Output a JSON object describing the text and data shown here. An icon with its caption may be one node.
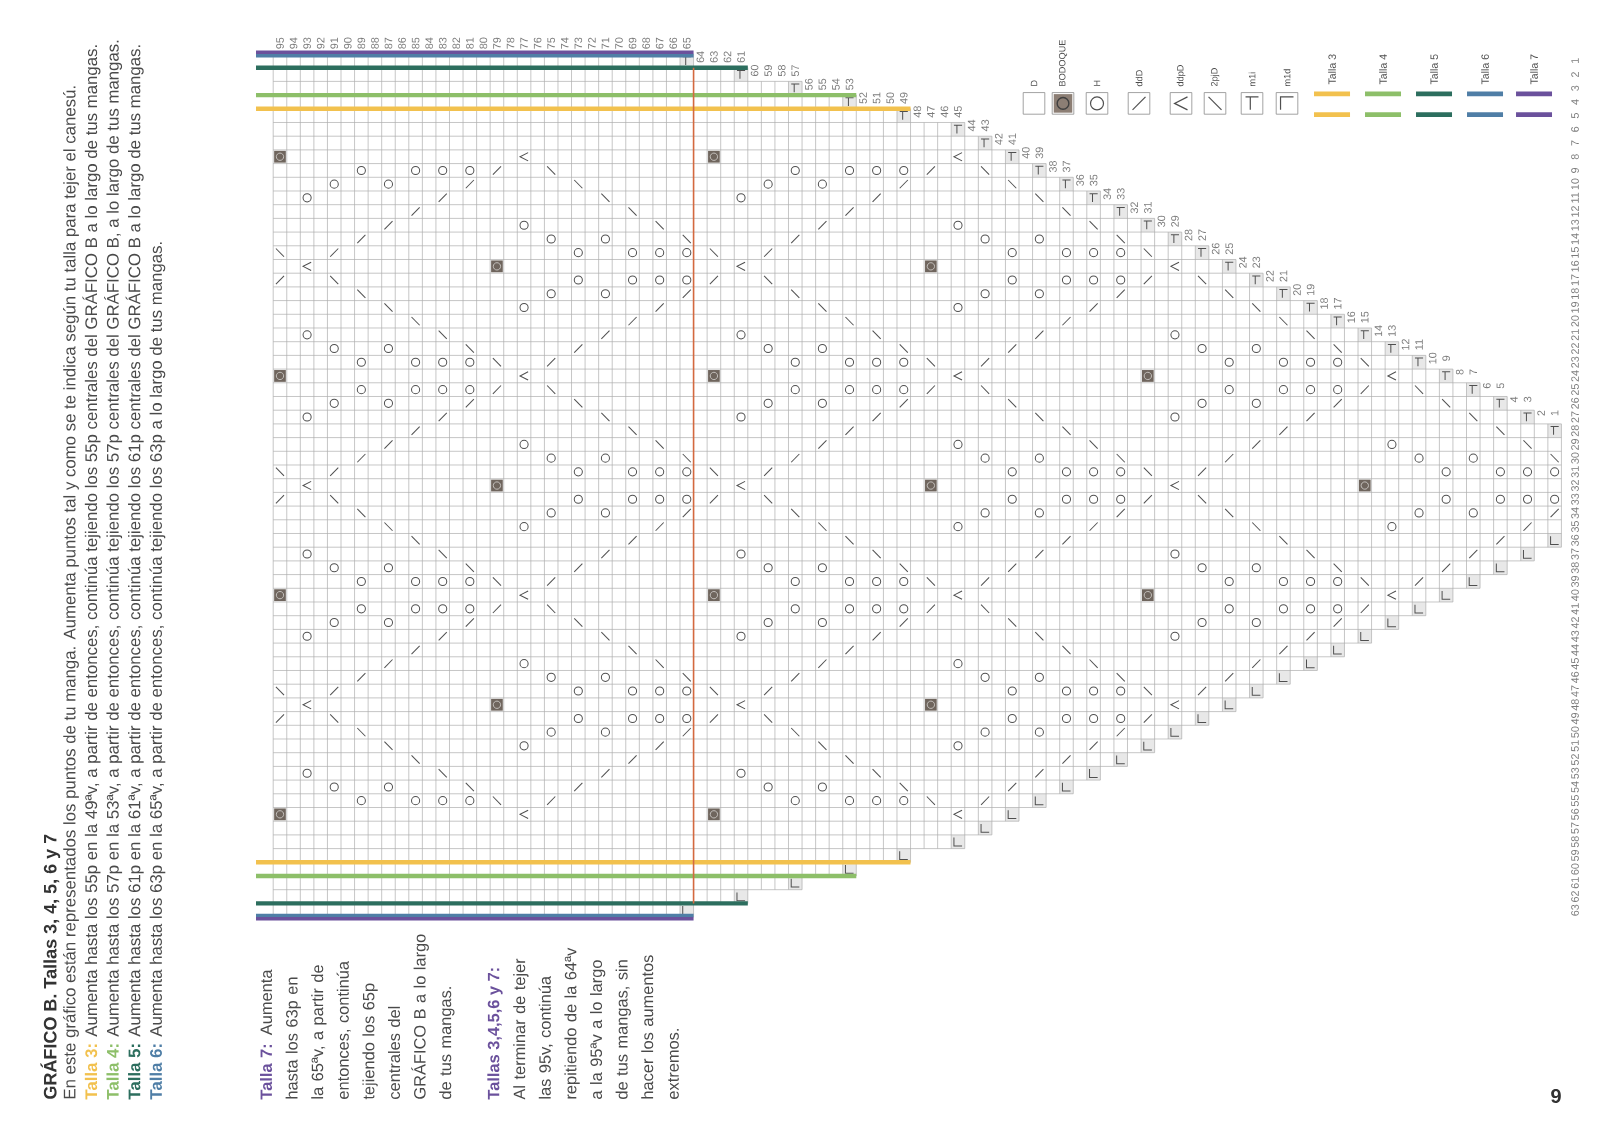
{
  "diagram": {
    "title": "GRÁFICO B. Tallas 3, 4, 5, 6 y 7",
    "labels": [
      "En este gráfico están representados los puntos de tu manga. Aumenta puntos tal y como se te indica según tu talla para tejer el canesú.",
      "**Talla 3:** Aumenta hasta los 55p en la 49ªv, a partir de entonces, continúa tejiendo los 55p centrales del GRÁFICO B a lo largo de tus mangas.",
      "**Talla 4:** Aumenta hasta los 57p en la 53ªv, a partir de entonces, continúa tejiendo los 57p centrales del GRÁFICO B, a lo largo de tus mangas.",
      "**Talla 5:** Aumenta hasta los 61p en la 61ªv, a partir de entonces, continúa tejiendo los 61p centrales del GRÁFICO B a lo largo de tus mangas.",
      "**Talla 6:** Aumenta hasta los 63p en la 65ªv, a partir de entonces, continúa tejiendo los 63p a lo largo de tus mangas.",
      "**Talla 7:** Aumenta hasta los 63p en la 65ªv, a partir de entonces, continúa tejiendo los 65p centrales del GRÁFICO B a lo largo de tus mangas.",
      "Tallas 3,4,5,6 y 7:",
      "Al terminar de tejer las 95v, continúa repitiendo de la 64ªv a la 95ªv a lo largo de tus mangas, sin hacer los aumentos extremos.",
      "95",
      "94",
      "93",
      "92",
      "91",
      "90",
      "89",
      "88",
      "87",
      "86",
      "85",
      "84",
      "83",
      "82",
      "81",
      "80",
      "79",
      "78",
      "77",
      "76",
      "75",
      "74",
      "73",
      "72",
      "71",
      "70",
      "69",
      "68",
      "67",
      "66",
      "65",
      "64",
      "63",
      "62",
      "61",
      "60",
      "59",
      "58",
      "57",
      "56",
      "55",
      "54",
      "53",
      "52",
      "51",
      "50",
      "49",
      "48",
      "47",
      "46",
      "45",
      "44",
      "43",
      "42",
      "41",
      "40",
      "39",
      "38",
      "37",
      "36",
      "35",
      "34",
      "33",
      "32",
      "31",
      "30",
      "29",
      "28",
      "27",
      "26",
      "25",
      "24",
      "23",
      "22",
      "21",
      "20",
      "19",
      "18",
      "17",
      "16",
      "15",
      "14",
      "13",
      "12",
      "11",
      "10",
      "9",
      "8",
      "7",
      "6",
      "5",
      "4",
      "3",
      "2",
      "1",
      "63",
      "62",
      "61",
      "60",
      "59",
      "58",
      "57",
      "56",
      "55",
      "54",
      "53",
      "52",
      "51",
      "50",
      "49",
      "48",
      "47",
      "46",
      "45",
      "44",
      "43",
      "42",
      "41",
      "40",
      "39",
      "38",
      "37",
      "36",
      "35",
      "34",
      "33",
      "32",
      "31",
      "30",
      "29",
      "28",
      "27",
      "26",
      "25",
      "24",
      "23",
      "22",
      "21",
      "20",
      "19",
      "18",
      "17",
      "16",
      "15",
      "14",
      "13",
      "12",
      "11",
      "10",
      "9",
      "8",
      "7",
      "6",
      "5",
      "4",
      "3",
      "2",
      "1",
      "9"
    ],
    "legend": [
      {
        "text": "D"
      },
      {
        "text": "BODOQUE"
      },
      {
        "text": "H"
      },
      {
        "text": "ddD"
      },
      {
        "text": "ddpD"
      },
      {
        "text": "2pjD"
      },
      {
        "text": "m1i"
      },
      {
        "text": "m1d"
      },
      {
        "text": "Talla 3",
        "color": "#f2c14e"
      },
      {
        "text": "Talla 4",
        "color": "#8dbf69"
      },
      {
        "text": "Talla 5",
        "color": "#2c6e5e"
      },
      {
        "text": "Talla 6",
        "color": "#4f7ea6"
      },
      {
        "text": "Talla 7",
        "color": "#6b519c"
      }
    ]
  }
}
